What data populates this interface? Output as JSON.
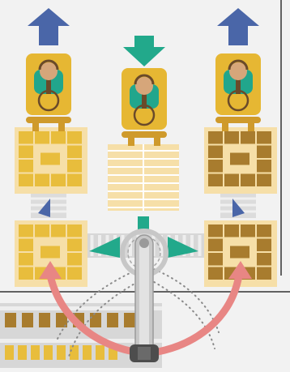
{
  "scene": {
    "description_free": true,
    "colors": {
      "background": "#f2f2f2",
      "frame_line": "#333333",
      "arrow_blue": "#4a66a8",
      "arrow_teal": "#22a98b",
      "arrow_pink": "#e88684",
      "pad_yellow": "#e6b733",
      "pad_stand": "#cf9a2b",
      "pallet_light": "#e8bd3c",
      "pallet_wood": "#f6dfa8",
      "pallet_dark": "#a87c2e",
      "worker_teal": "#21a68c",
      "worker_skin": "#d6a67a",
      "worker_hair": "#6a4a2a",
      "conveyor": "#d7d7d7",
      "conveyor_stripe": "#eeeeee",
      "robot_arm": "#c7c7c7",
      "robot_dark": "#4d4d4d",
      "dots": "#8a8a8a"
    },
    "workers": [
      {
        "id": "left",
        "arrow": "blue-up"
      },
      {
        "id": "center",
        "arrow": "teal-down"
      },
      {
        "id": "right",
        "arrow": "blue-up"
      }
    ],
    "pallets": [
      {
        "id": "top-left",
        "style": "light-stacked"
      },
      {
        "id": "top-center",
        "style": "wood-slats"
      },
      {
        "id": "top-right",
        "style": "dark-stacked"
      },
      {
        "id": "bottom-left",
        "style": "light-stacked"
      },
      {
        "id": "bottom-right",
        "style": "dark-stacked"
      }
    ],
    "icons": [
      "up-arrow-icon",
      "down-arrow-icon",
      "left-arrow-icon",
      "right-arrow-icon",
      "curved-arrow-icon",
      "robot-arm-icon",
      "worker-icon"
    ]
  }
}
